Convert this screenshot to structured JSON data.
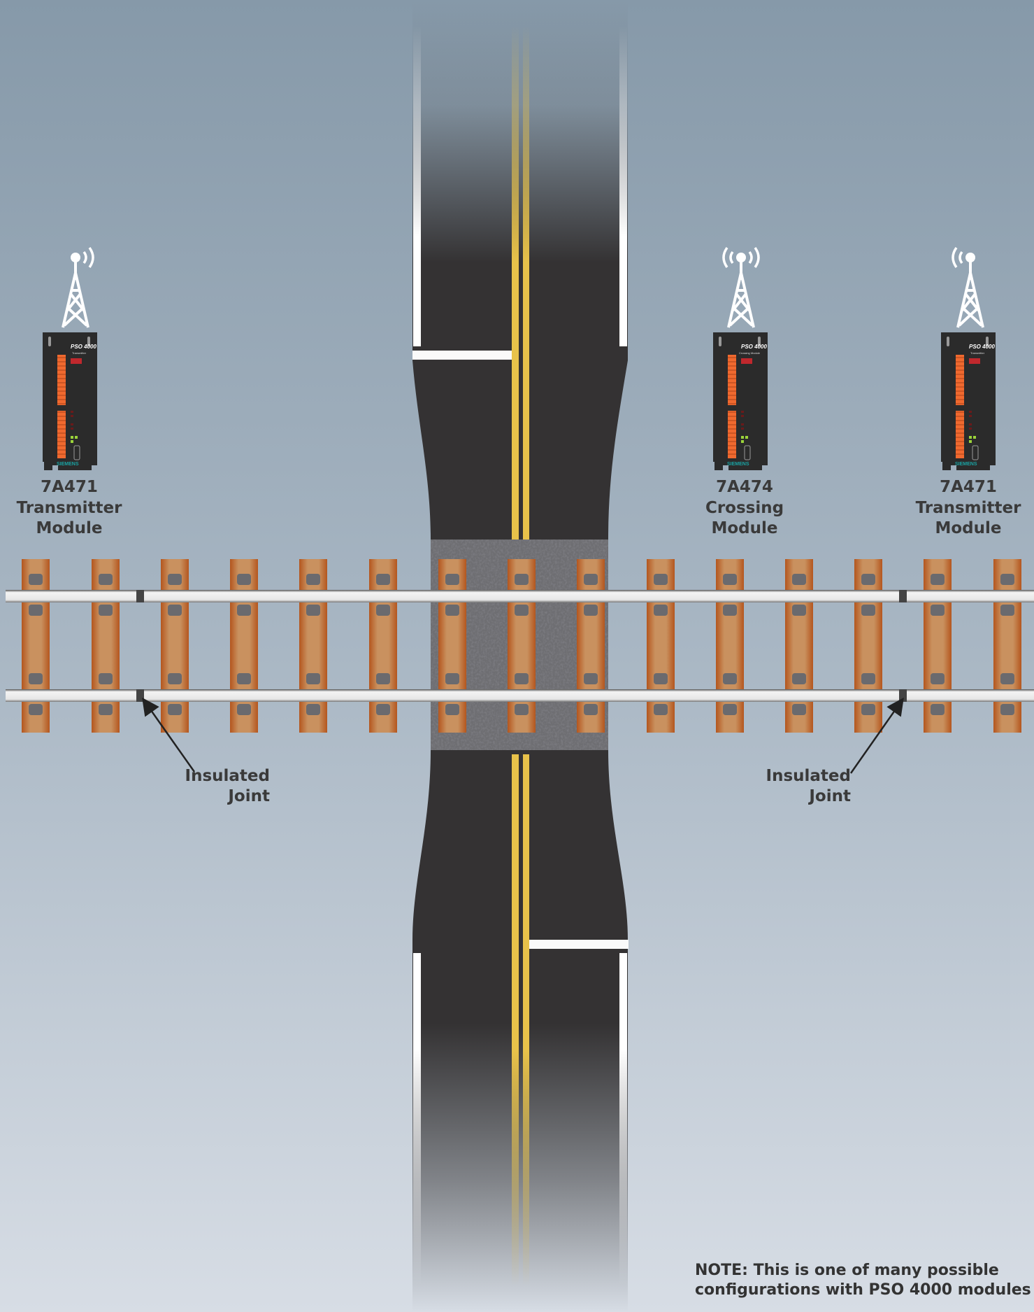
{
  "modules": [
    {
      "name": "7A471",
      "line2": "Transmitter",
      "line3": "Module",
      "face_title": "PSO 4000",
      "face_subtitle": "Transmitter",
      "brand": "SIEMENS",
      "waves": "right"
    },
    {
      "name": "7A474",
      "line2": "Crossing",
      "line3": "Module",
      "face_title": "PSO 4000",
      "face_subtitle": "Crossing Module",
      "brand": "SIEMENS",
      "waves": "both"
    },
    {
      "name": "7A471",
      "line2": "Transmitter",
      "line3": "Module",
      "face_title": "PSO 4000",
      "face_subtitle": "Transmitter",
      "brand": "SIEMENS",
      "waves": "left"
    }
  ],
  "joints": [
    {
      "line1": "Insulated",
      "line2": "Joint"
    },
    {
      "line1": "Insulated",
      "line2": "Joint"
    }
  ],
  "note": {
    "line1": "NOTE: This is one of many possible",
    "line2": "configurations with PSO 4000 modules"
  },
  "colors": {
    "sky_top": "#8699a9",
    "sky_bottom": "#d7dde5",
    "road": "#343233",
    "centerline": "#e8c24a",
    "tie": "#b9622b",
    "rail": "#ececec",
    "module": "#2b2b2b",
    "terminal": "#f0692f"
  }
}
